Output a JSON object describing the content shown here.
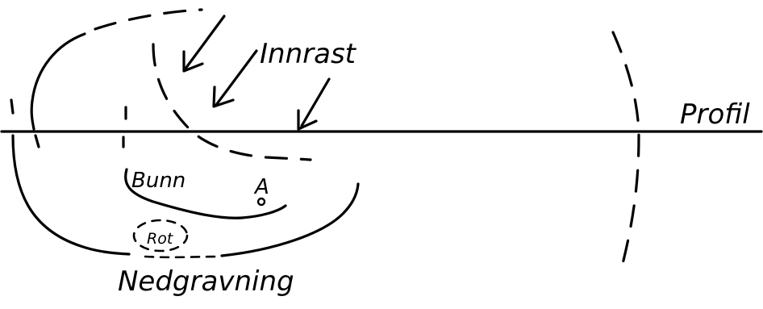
{
  "labels": {
    "innrast": "Innrast",
    "profil": "Profil",
    "bunn": "Bunn",
    "point_a": "A",
    "rot": "Rot",
    "nedgravning": "Nedgravning"
  }
}
